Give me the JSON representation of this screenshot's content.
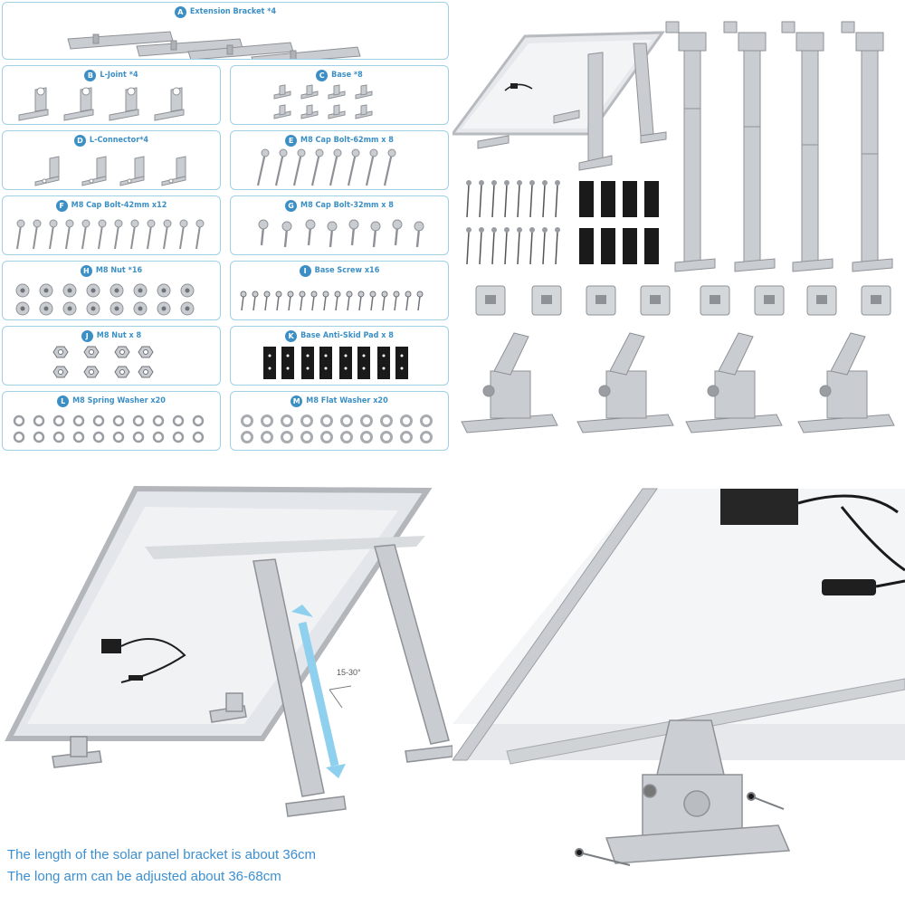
{
  "parts": [
    {
      "letter": "A",
      "title": "Extension Bracket *4"
    },
    {
      "letter": "B",
      "title": "L-Joint *4"
    },
    {
      "letter": "C",
      "title": "Base *8"
    },
    {
      "letter": "D",
      "title": "L-Connector*4"
    },
    {
      "letter": "E",
      "title": "M8 Cap Bolt-62mm x 8"
    },
    {
      "letter": "F",
      "title": "M8 Cap Bolt-42mm x12"
    },
    {
      "letter": "G",
      "title": "M8 Cap Bolt-32mm x 8"
    },
    {
      "letter": "H",
      "title": "M8 Nut *16"
    },
    {
      "letter": "I",
      "title": "Base Screw x16"
    },
    {
      "letter": "J",
      "title": "M8 Nut x 8"
    },
    {
      "letter": "K",
      "title": "Base Anti-Skid Pad x 8"
    },
    {
      "letter": "L",
      "title": "M8 Spring Washer x20"
    },
    {
      "letter": "M",
      "title": "M8 Flat Washer x20"
    }
  ],
  "diagram": {
    "angle_label": "15-30°"
  },
  "caption": {
    "line1": "The length of the solar panel bracket is about 36cm",
    "line2": "The long arm can be adjusted about 36-68cm"
  },
  "colors": {
    "border": "#9fd0e6",
    "accent": "#3b8fc4",
    "caption": "#3d8fd0",
    "aluminum": "#c9ccd0",
    "pad": "#1a1a1a"
  }
}
